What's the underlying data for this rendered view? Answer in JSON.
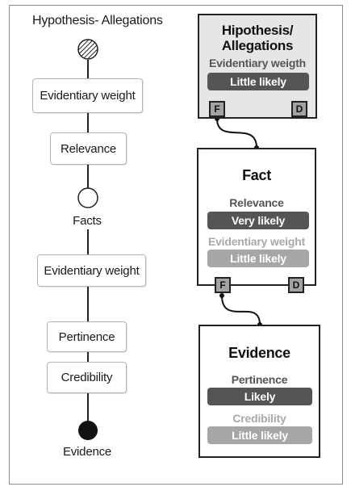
{
  "left_flow": {
    "title": "Hypothesis- Allegations",
    "stages": [
      {
        "label": "Evidentiary weight"
      },
      {
        "label": "Relevance"
      },
      {
        "label": "Evidentiary weight"
      },
      {
        "label": "Pertinence"
      },
      {
        "label": "Credibility"
      }
    ],
    "facts_label": "Facts",
    "evidence_label": "Evidence"
  },
  "right_flow": {
    "hypothesis_card": {
      "title_line1": "Hipothesis/",
      "title_line2": "Allegations",
      "metric_name": "Evidentiary weigth",
      "metric_value": "Little likely",
      "port_left": "F",
      "port_right": "D"
    },
    "fact_card": {
      "title": "Fact",
      "metric1_name": "Relevance",
      "metric1_value": "Very likely",
      "metric2_name": "Evidentiary weight",
      "metric2_value": "Little likely",
      "port_left": "F",
      "port_right": "D"
    },
    "evidence_card": {
      "title": "Evidence",
      "metric1_name": "Pertinence",
      "metric1_value": "Likely",
      "metric2_name": "Credibility",
      "metric2_value": "Little likely"
    }
  },
  "colors": {
    "dark_bar": "#555555",
    "light_bar": "#a6a6a6",
    "hypothesis_card_bg": "#e6e6e6",
    "port_fill": "#a3a3a3"
  }
}
